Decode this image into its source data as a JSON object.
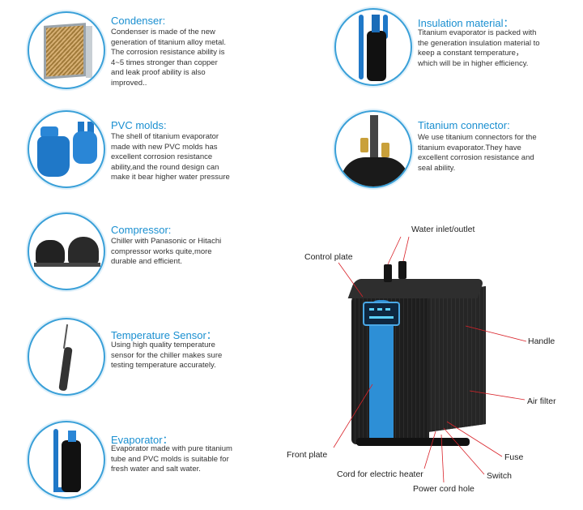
{
  "features": [
    {
      "id": "condenser",
      "title": "Condenser:",
      "lines": [
        "Condenser is made of the new",
        "generation of titanium alloy metal.",
        "The corrosion resistance ability is",
        "4~5 times stronger than copper",
        "and leak proof ability is also",
        "improved.."
      ]
    },
    {
      "id": "pvc",
      "title": "PVC molds:",
      "lines": [
        "The shell of titanium evaporator",
        "made with new PVC molds has",
        "excellent corrosion resistance",
        "ability,and the round design can",
        "make it bear higher water pressure"
      ]
    },
    {
      "id": "compressor",
      "title": "Compressor:",
      "lines": [
        "Chiller with Panasonic or Hitachi",
        "compressor works quite,more",
        "durable and efficient."
      ]
    },
    {
      "id": "sensor",
      "title": "Temperature Sensor：",
      "lines": [
        "Using high quality temperature",
        "sensor for the chiller makes sure",
        "testing temperature accurately."
      ]
    },
    {
      "id": "evaporator",
      "title": "Evaporator：",
      "lines": [
        "Evaporator made with pure titanium",
        "tube and PVC molds is suitable for",
        "fresh water and salt water."
      ]
    },
    {
      "id": "insulation",
      "title": "Insulation material：",
      "lines": [
        "Titanium evaporator is packed with",
        "the generation insulation material to",
        "keep a constant temperature，",
        "which will be in higher efficiency."
      ]
    },
    {
      "id": "connector",
      "title": "Titanium connector:",
      "lines": [
        "We use titanium connectors for the",
        "titanium evaporator.They have",
        "excellent corrosion resistance and",
        "seal ability."
      ]
    }
  ],
  "diagram": {
    "water_inlet_outlet": "Water inlet/outlet",
    "control_plate": "Control plate",
    "handle": "Handle",
    "air_filter": "Air filter",
    "front_plate": "Front plate",
    "fuse": "Fuse",
    "switch": "Switch",
    "cord_heater": "Cord for electric heater",
    "power_cord_hole": "Power cord hole"
  },
  "colors": {
    "accent": "#1a8fd0",
    "circle_border": "#3aa0d8",
    "leader_line": "#d9232a"
  }
}
